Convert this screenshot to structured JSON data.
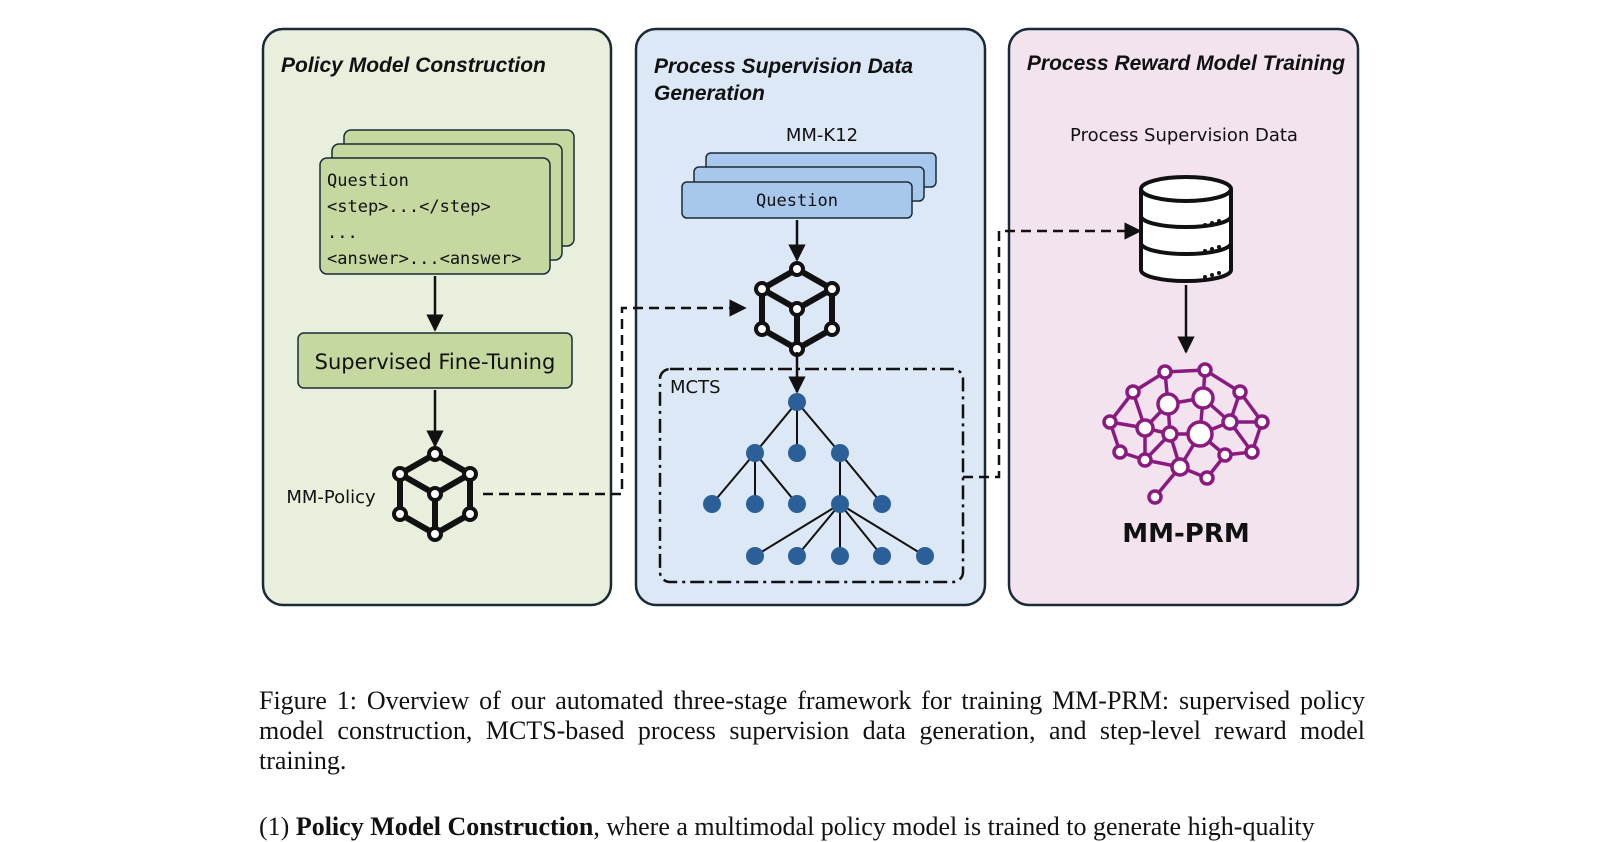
{
  "figure": {
    "panels": [
      {
        "title_lines": [
          "Policy Model Construction"
        ],
        "card_lines": [
          "Question",
          "<step>...</step>",
          "...",
          "<answer>...<answer>"
        ],
        "sft_label": "Supervised Fine-Tuning",
        "model_label": "MM-Policy",
        "color": "#e8efdd"
      },
      {
        "title_lines": [
          "Process Supervision Data",
          "Generation"
        ],
        "dataset_label": "MM-K12",
        "question_label": "Question",
        "mcts_label": "MCTS",
        "color": "#dce8f5"
      },
      {
        "title_lines": [
          "Process Reward Model Training"
        ],
        "data_label": "Process Supervision Data",
        "model_label": "MM-PRM",
        "color": "#f2e3ef"
      }
    ],
    "colors": {
      "card_green": "#c5d8a0",
      "card_blue": "#a7c8ec",
      "tree_node": "#2a5f98",
      "brain": "#8a1a80",
      "border": "#1b2a36"
    },
    "icons": [
      "cube-network-icon",
      "database-icon",
      "brain-network-icon"
    ]
  },
  "caption": "Figure 1: Overview of our automated three-stage framework for training MM-PRM: supervised policy model construction, MCTS-based process supervision data generation, and step-level reward model training.",
  "paragraph": {
    "prefix": "(1) ",
    "bold": "Policy Model Construction",
    "rest": ", where a multimodal policy model is trained to generate high-quality"
  }
}
